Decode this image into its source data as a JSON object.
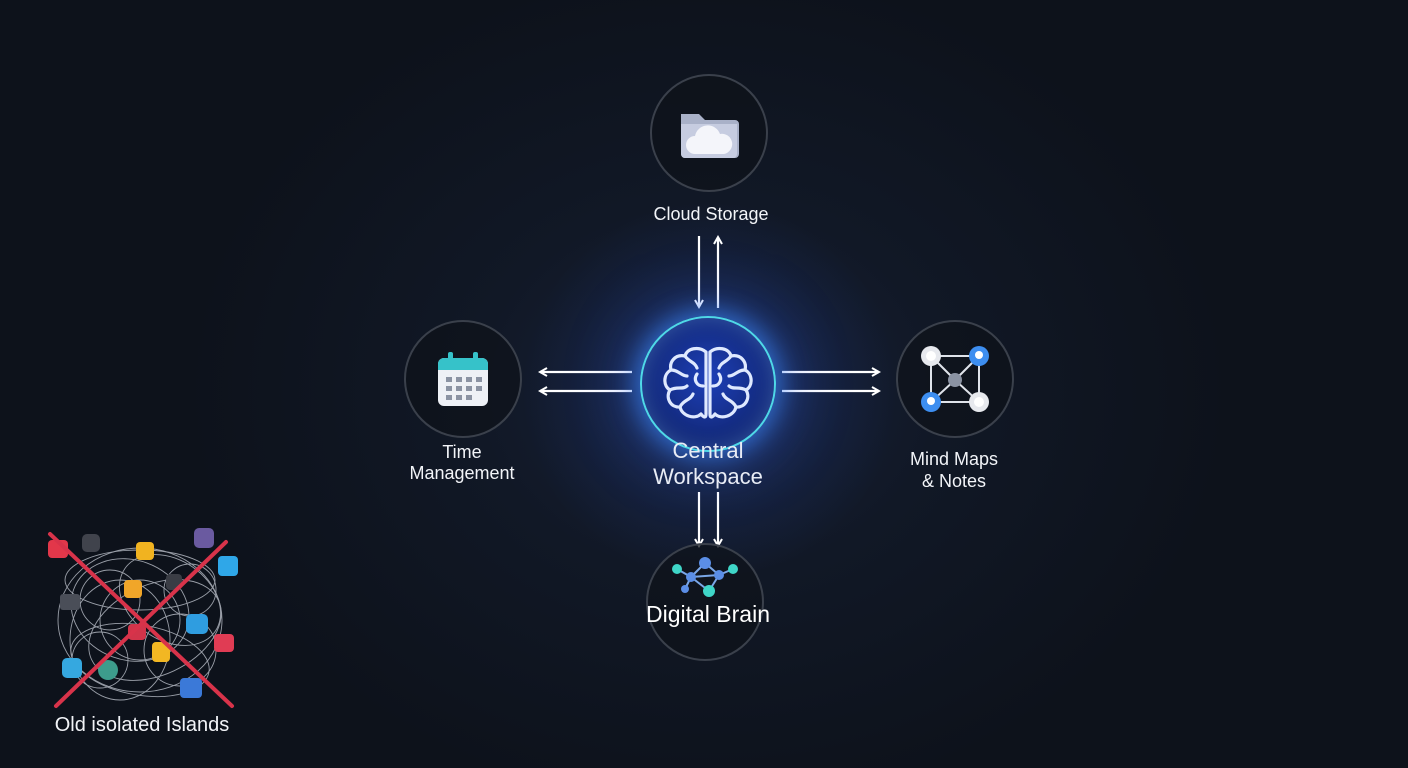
{
  "diagram": {
    "center": {
      "title": "Central\nWorkspace",
      "line1": "Central",
      "line2": "Workspace",
      "icon": "brain-icon"
    },
    "nodes": {
      "cloud": {
        "label": "Cloud Storage",
        "icon": "cloud-folder-icon"
      },
      "time": {
        "label_line1": "Time",
        "label_line2": "Management",
        "icon": "calendar-icon"
      },
      "mind": {
        "label_line1": "Mind Maps",
        "label_line2": "& Notes",
        "icon": "network-graph-icon"
      },
      "brain": {
        "label": "Digital Brain",
        "icon": "neural-network-icon"
      }
    },
    "legacy": {
      "label": "Old isolated Islands",
      "icon": "tangled-apps-icon"
    },
    "colors": {
      "background": "#0d121b",
      "center_fill": "#1d3fb8",
      "center_ring": "#4fd8e8",
      "node_ring": "#3a404b",
      "arrow": "#ffffff",
      "cross": "#d8334a"
    }
  }
}
